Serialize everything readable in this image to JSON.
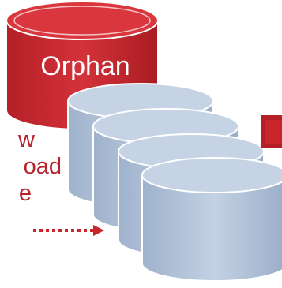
{
  "orphan_cylinder": {
    "label": "Orphan",
    "color": "#c9252c"
  },
  "side_text": {
    "line1": "w",
    "line2": "oad",
    "line3": "e"
  },
  "dest_cylinders": {
    "count": 4,
    "color": "#b8c7db"
  },
  "arrow_color": "#c9252c",
  "connector_color": "#c9252c"
}
